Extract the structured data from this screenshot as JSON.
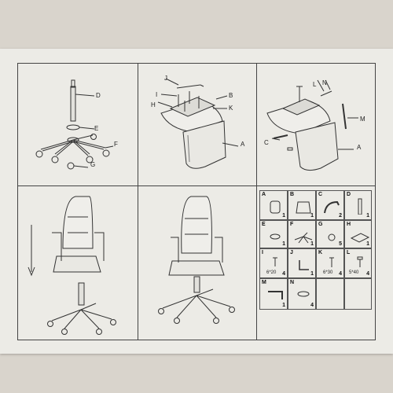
{
  "step1": {
    "labels": {
      "d": "D",
      "e": "E",
      "f": "F",
      "g": "G"
    }
  },
  "step2": {
    "labels": {
      "j": "J",
      "i": "I",
      "h": "H",
      "b": "B",
      "k": "K",
      "a": "A"
    }
  },
  "step3": {
    "labels": {
      "l": "L",
      "n": "N",
      "m": "M",
      "c": "C",
      "a": "A"
    }
  },
  "parts": [
    {
      "letter": "A",
      "qty": "1",
      "size": ""
    },
    {
      "letter": "B",
      "qty": "1",
      "size": ""
    },
    {
      "letter": "C",
      "qty": "2",
      "size": ""
    },
    {
      "letter": "D",
      "qty": "1",
      "size": ""
    },
    {
      "letter": "E",
      "qty": "1",
      "size": ""
    },
    {
      "letter": "F",
      "qty": "1",
      "size": ""
    },
    {
      "letter": "G",
      "qty": "5",
      "size": ""
    },
    {
      "letter": "H",
      "qty": "1",
      "size": ""
    },
    {
      "letter": "I",
      "qty": "4",
      "size": "6*20"
    },
    {
      "letter": "J",
      "qty": "1",
      "size": ""
    },
    {
      "letter": "K",
      "qty": "4",
      "size": "6*30"
    },
    {
      "letter": "L",
      "qty": "4",
      "size": "5*40"
    },
    {
      "letter": "M",
      "qty": "1",
      "size": ""
    },
    {
      "letter": "N",
      "qty": "4",
      "size": ""
    }
  ]
}
